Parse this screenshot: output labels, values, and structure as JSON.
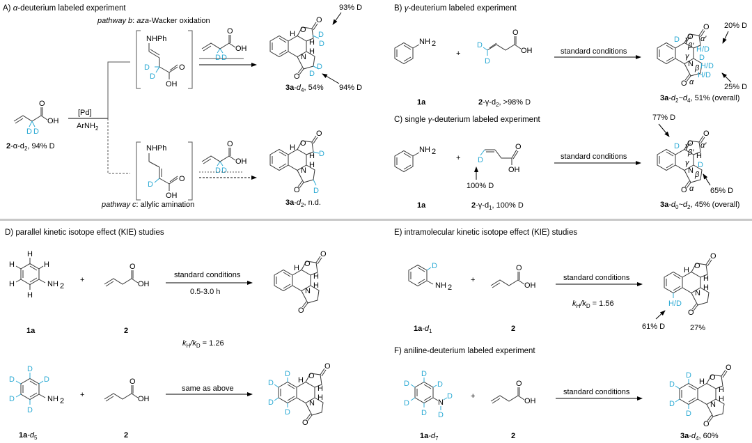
{
  "colors": {
    "deuterium": "#29a9d4",
    "separator": "#c8c8c8",
    "text": "#000000"
  },
  "sections": {
    "A": {
      "title_prefix": "A) ",
      "title_greek": "α",
      "title_rest": "-deuterium labeled experiment",
      "start_label_bold": "2",
      "start_label_rest": "-α-d",
      "start_label_sub": "2",
      "start_label_tail": ", 94% D",
      "reagent_top": "[Pd]",
      "reagent_bottom": "ArNH",
      "reagent_bottom_sub": "2",
      "pathway_b_italic": "pathway b",
      "pathway_b_rest": ": ",
      "pathway_b_aza": "aza",
      "pathway_b_tail": "-Wacker oxidation",
      "pathway_c_italic": "pathway c",
      "pathway_c_rest": ": allylic amination",
      "intermediate_label": "NHPh",
      "oh": "OH",
      "o": "O",
      "d": "D",
      "h": "H",
      "n": "N",
      "product_b_bold": "3a",
      "product_b_rest": "-d",
      "product_b_sub": "4",
      "product_b_tail": ", 54%",
      "product_c_bold": "3a",
      "product_c_rest": "-d",
      "product_c_sub": "2",
      "product_c_tail": ", n.d.",
      "annot_top": "93% D",
      "annot_bottom": "94% D"
    },
    "B": {
      "title_prefix": "B) ",
      "title_greek": "γ",
      "title_rest": "-deuterium labeled experiment",
      "aniline_nh2": "NH",
      "aniline_sub": "2",
      "plus": "+",
      "label_1a": "1a",
      "label_2_bold": "2",
      "label_2_rest": "-γ-d",
      "label_2_sub": "2",
      "label_2_tail": ", >98% D",
      "conditions": "standard conditions",
      "hd": "H/D",
      "annot_top": "20% D",
      "annot_bottom": "25% D",
      "greek": {
        "gamma_prime": "γ′",
        "beta_prime": "β′",
        "alpha_prime": "α′",
        "gamma": "γ",
        "beta": "β",
        "alpha": "α"
      },
      "product_bold": "3a",
      "product_rest": "-d",
      "product_sub1": "2",
      "product_mid": "~d",
      "product_sub2": "4",
      "product_tail": ", 51% (overall)"
    },
    "C": {
      "title_prefix": "C) single ",
      "title_greek": "γ",
      "title_rest": "-deuterium labeled experiment",
      "label_1a": "1a",
      "label_2_bold": "2",
      "label_2_rest": "-γ-d",
      "label_2_sub": "1",
      "label_2_tail": ", 100% D",
      "sm_annot": "100% D",
      "conditions": "standard conditions",
      "annot_top": "77% D",
      "annot_bottom": "65% D",
      "product_bold": "3a",
      "product_rest": "-d",
      "product_sub1": "0",
      "product_mid": "~d",
      "product_sub2": "2",
      "product_tail": ", 45% (overall)"
    },
    "D": {
      "title": "D) parallel kinetic isotope effect (KIE) studies",
      "conditions_top": "standard conditions",
      "conditions_bottom": "0.5-3.0 h",
      "label_1a": "1a",
      "label_2": "2",
      "kie_k": "k",
      "kie_h": "H",
      "kie_slash": "/k",
      "kie_d": "D",
      "kie_value": " = 1.26",
      "conditions_2": "same as above",
      "label_1ad5_bold": "1a",
      "label_1ad5_rest": "-d",
      "label_1ad5_sub": "5"
    },
    "E": {
      "title": "E) intramolecular kinetic isotope effect (KIE) studies",
      "conditions": "standard conditions",
      "kie_value": " = 1.56",
      "label_1a_bold": "1a",
      "label_1a_rest": "-d",
      "label_1a_sub": "1",
      "label_2": "2",
      "annot": "61% D",
      "yield": "27%"
    },
    "F": {
      "title": "F) aniline-deuterium labeled experiment",
      "conditions": "standard conditions",
      "label_1a_bold": "1a",
      "label_1a_rest": "-d",
      "label_1a_sub": "7",
      "label_2": "2",
      "product_bold": "3a",
      "product_rest": "-d",
      "product_sub": "4",
      "product_tail": ", 60%"
    }
  }
}
